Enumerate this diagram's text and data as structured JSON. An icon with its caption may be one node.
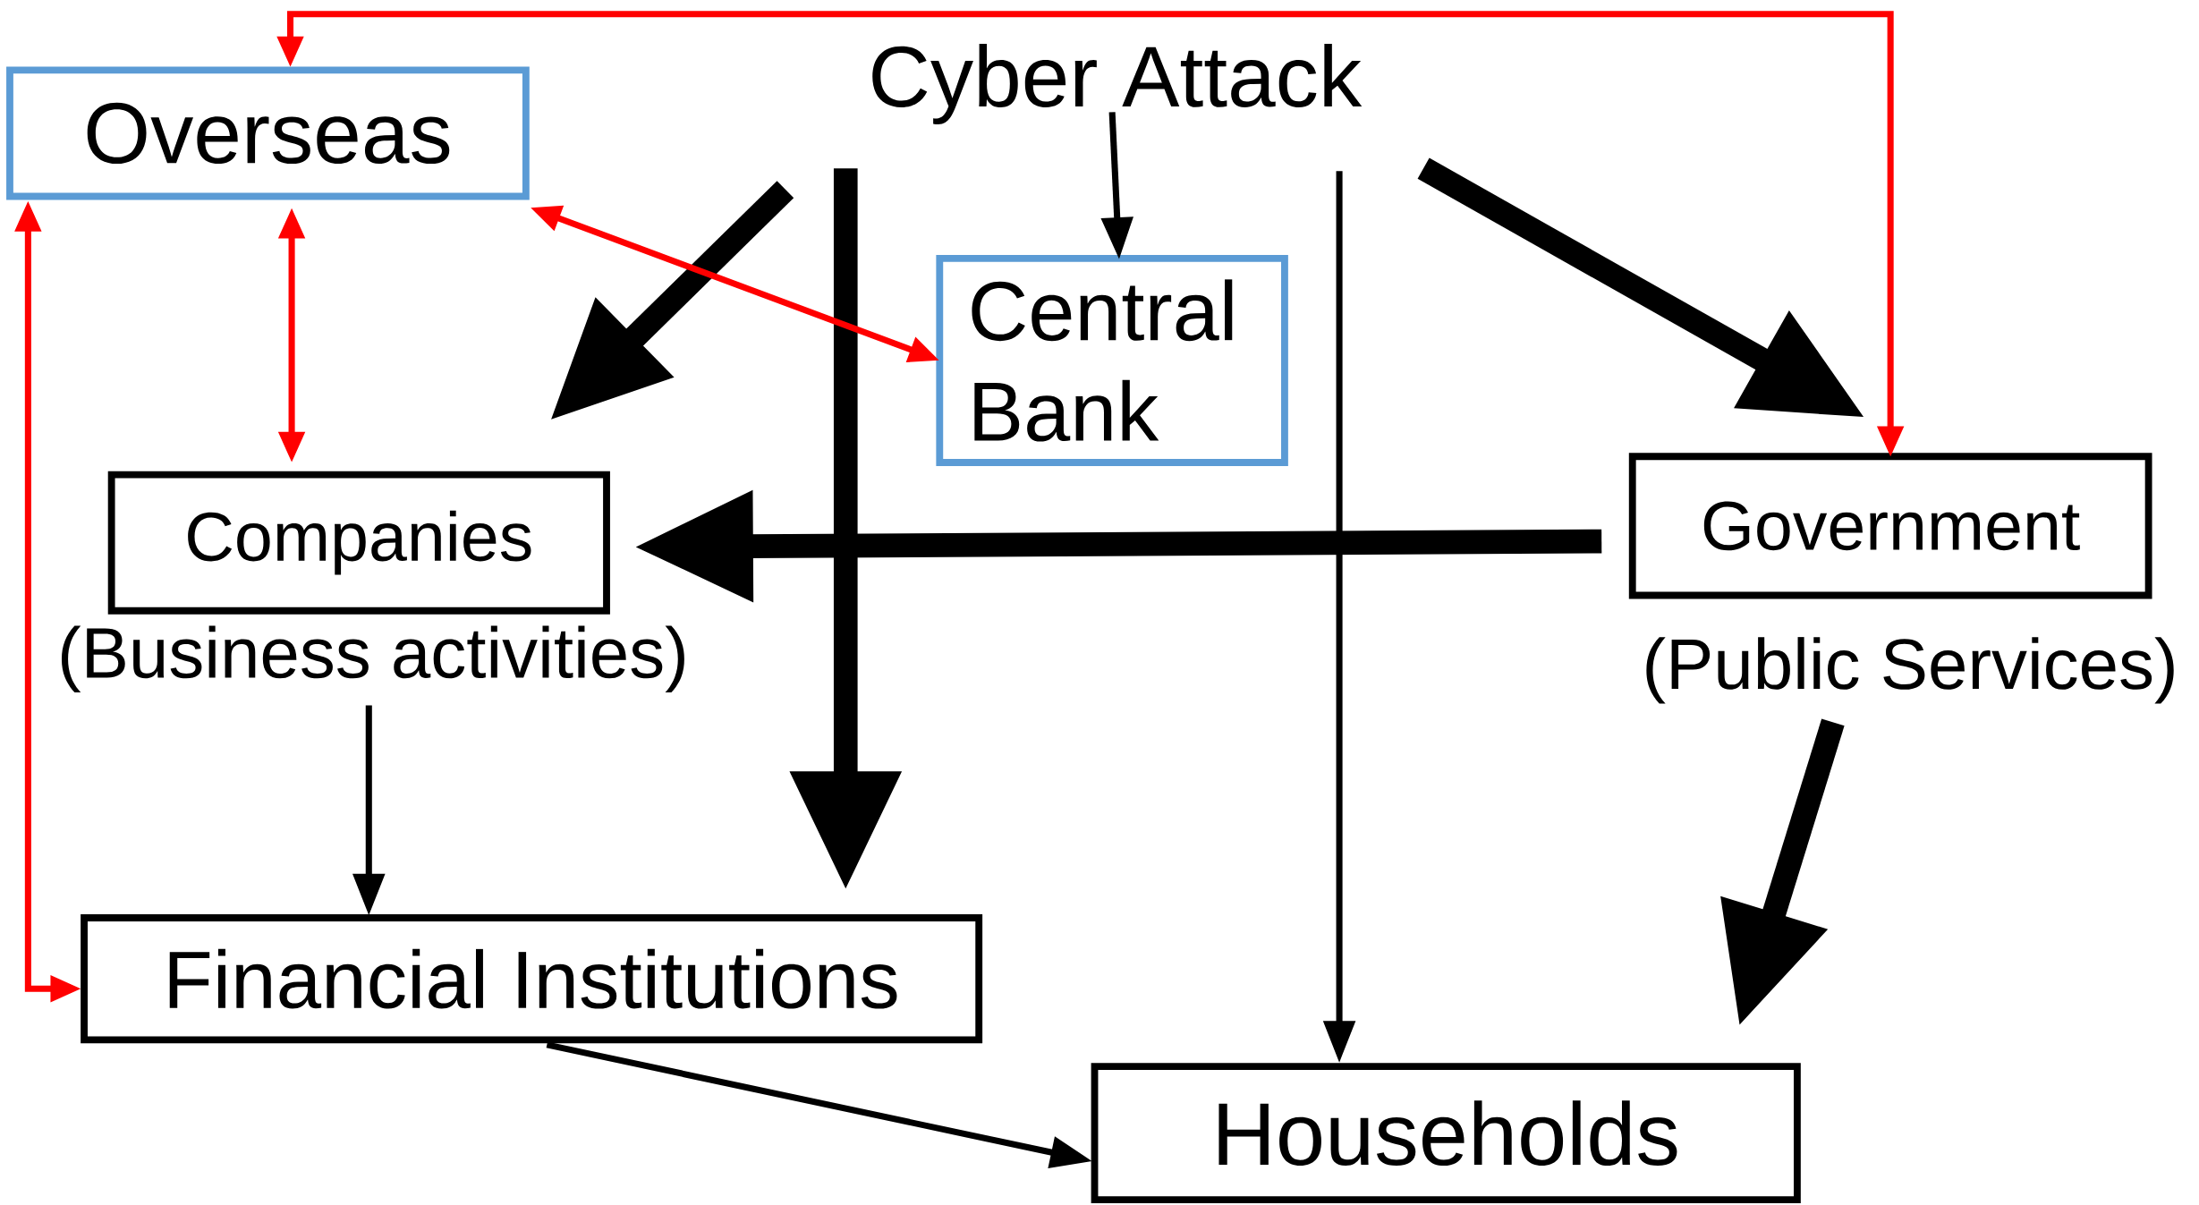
{
  "diagram": {
    "nodes": [
      {
        "text": [
          "Cyber Attack"
        ]
      },
      {
        "text": [
          "Overseas"
        ]
      },
      {
        "text": [
          "Central Bank"
        ]
      },
      {
        "text": [
          "Companies"
        ],
        "beside": [
          "(Business activities)"
        ]
      },
      {
        "text": [
          "Government"
        ],
        "beside": [
          "(Public Services)"
        ]
      },
      {
        "text": [
          "Financial Institutions"
        ]
      },
      {
        "text": [
          "Households"
        ]
      }
    ],
    "edges": [
      {
        "from": 0,
        "to": 3,
        "arrow": "to",
        "style": "thick"
      },
      {
        "from": 0,
        "to": 5,
        "arrow": "to",
        "style": "thick"
      },
      {
        "from": 0,
        "to": 2,
        "arrow": "to"
      },
      {
        "from": 0,
        "to": 6,
        "arrow": "to"
      },
      {
        "from": 0,
        "to": 4,
        "arrow": "to",
        "style": "thick"
      },
      {
        "from": 4,
        "to": 3,
        "arrow": "to",
        "style": "thick"
      },
      {
        "from": 4,
        "to": 6,
        "arrow": "to",
        "style": "thick"
      },
      {
        "from": 3,
        "to": 5,
        "arrow": "to"
      },
      {
        "from": 5,
        "to": 6,
        "arrow": "to"
      },
      {
        "from": 1,
        "to": 4,
        "arrow": "both",
        "color": "#ff0000"
      },
      {
        "from": 1,
        "to": 2,
        "arrow": "both",
        "color": "#ff0000"
      },
      {
        "from": 1,
        "to": 3,
        "arrow": "both",
        "color": "#ff0000"
      },
      {
        "from": 1,
        "to": 5,
        "arrow": "both",
        "color": "#ff0000"
      }
    ]
  }
}
